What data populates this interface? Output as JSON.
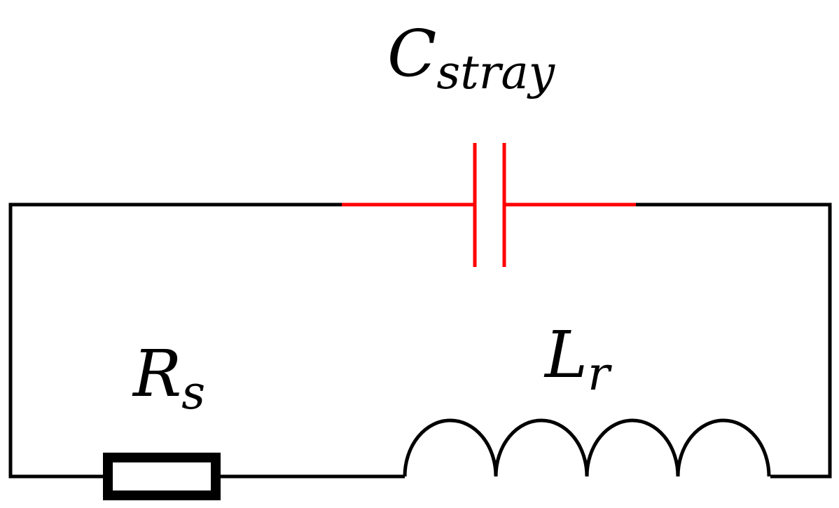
{
  "diagram": {
    "components": {
      "capacitor": {
        "symbol": "C",
        "subscript": "stray",
        "color": "#ff0000"
      },
      "resistor": {
        "symbol": "R",
        "subscript": "s",
        "color": "#000000"
      },
      "inductor": {
        "symbol": "L",
        "subscript": "r",
        "color": "#000000"
      }
    },
    "wire_color": "#000000"
  }
}
